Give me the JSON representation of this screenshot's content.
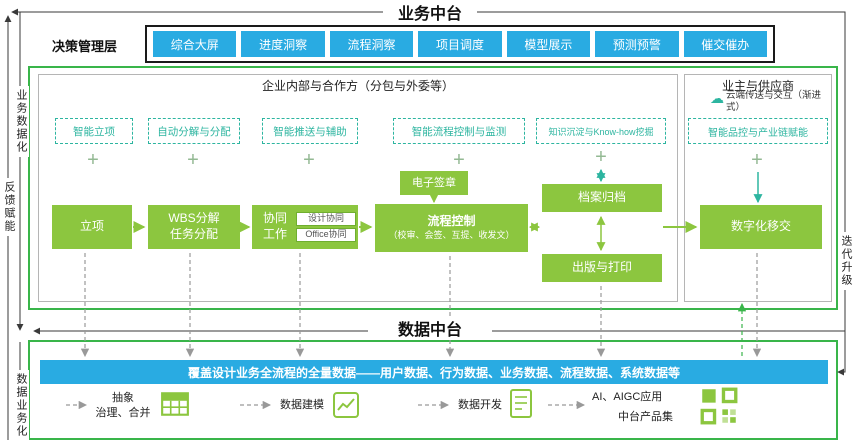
{
  "colors": {
    "blue": "#29abe2",
    "green": "#8cc63f",
    "teal": "#2db5a0",
    "frame_green": "#39b54a"
  },
  "business": {
    "title": "业务中台",
    "decision": {
      "label": "决策管理层",
      "buttons": [
        "综合大屏",
        "进度洞察",
        "流程洞察",
        "项目调度",
        "模型展示",
        "预测预警",
        "催交催办"
      ]
    },
    "internal_title": "企业内部与合作方（分包与外委等）",
    "external_title": "业主与供应商",
    "cloud_icon": "☁",
    "cloud_note": "云端传送与交互（渐进式）",
    "capabilities": [
      "智能立项",
      "自动分解与分配",
      "智能推送与辅助",
      "智能流程控制与监测",
      "知识沉淀与Know-how挖掘",
      "智能品控与产业链赋能"
    ],
    "plus": "+",
    "boxes": {
      "lixiang": "立项",
      "wbs1": "WBS分解",
      "wbs2": "任务分配",
      "collab_l1": "协同",
      "collab_l2": "工作",
      "collab_design": "设计协同",
      "collab_office": "Office协同",
      "esign": "电子签章",
      "flow1": "流程控制",
      "flow2": "（校审、会签、互提、收发文）",
      "archive": "档案归档",
      "publish": "出版与打印",
      "handover": "数字化移交"
    }
  },
  "sides": {
    "feedback": "反馈赋能",
    "biz_to_data": "业务数据化",
    "data_to_biz": "数据业务化",
    "iterate": "迭代升级"
  },
  "data_platform": {
    "title": "数据中台",
    "banner": "覆盖设计业务全流程的全量数据——用户数据、行为数据、业务数据、流程数据、系统数据等",
    "steps": {
      "s1a": "抽象",
      "s1b": "治理、合并",
      "s2": "数据建模",
      "s3": "数据开发",
      "s4a": "AI、AIGC应用",
      "s4b": "中台产品集"
    }
  }
}
